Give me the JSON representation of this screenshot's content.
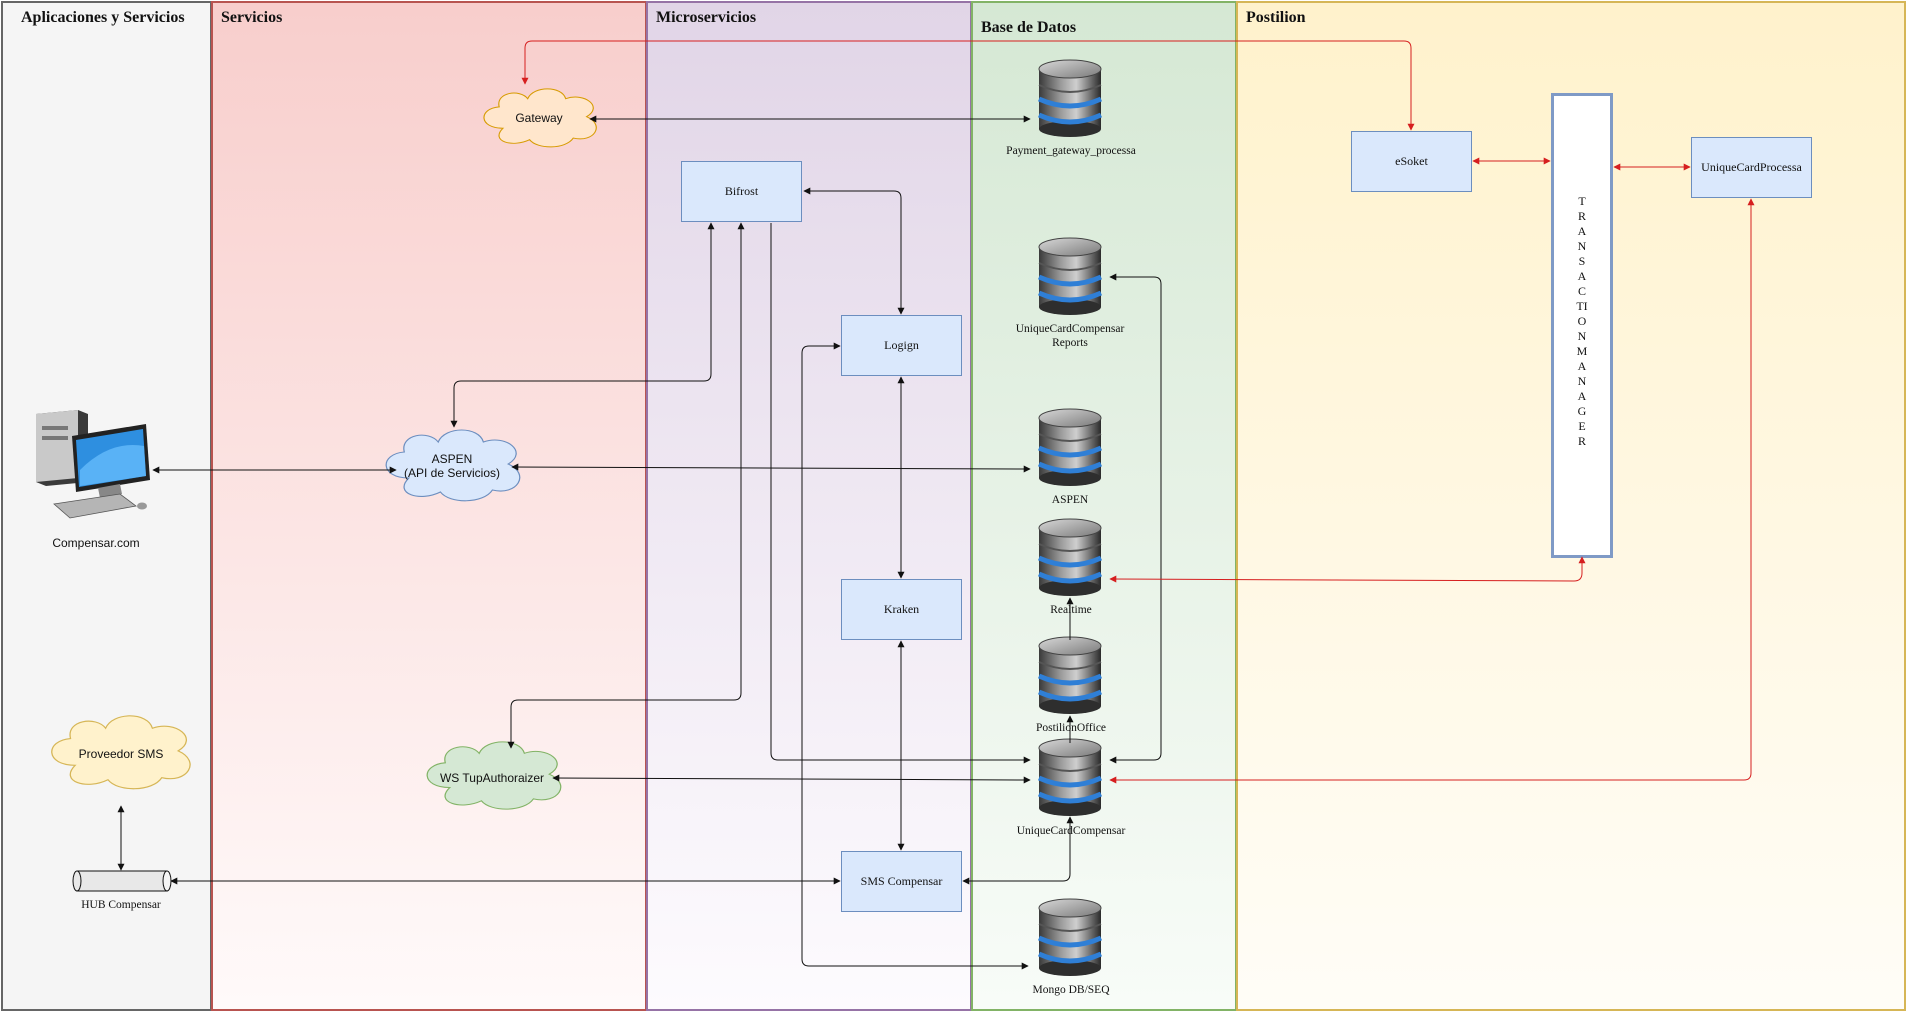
{
  "lanes": {
    "apps": "Aplicaciones y Servicios",
    "servicios": "Servicios",
    "micro": "Microservicios",
    "bd": "Base de Datos",
    "postilion": "Postilion"
  },
  "nodes": {
    "gateway": "Gateway",
    "aspen_api_line1": "ASPEN",
    "aspen_api_line2": "(API de Servicios)",
    "ws_tup": "WS TupAuthoraizer",
    "proveedor_sms": "Proveedor SMS",
    "hub": "HUB Compensar",
    "compensar_com": "Compensar.com",
    "bifrost": "Bifrost",
    "logign": "Logign",
    "kraken": "Kraken",
    "sms_compensar": "SMS Compensar",
    "esoket": "eSoket",
    "uniquecard_processa": "UniqueCardProcessa",
    "transaction_manager": "TRANSACTION MANAGER"
  },
  "databases": {
    "payment": "Payment_gateway_processa",
    "ucc_reports_line1": "UniqueCardCompensar",
    "ucc_reports_line2": "Reports",
    "aspen": "ASPEN",
    "realtime": "Realtime",
    "postilion_office": "PostilionOffice",
    "ucc": "UniqueCardCompensar",
    "mongo": "Mongo DB/SEQ"
  },
  "colors": {
    "servicios_lane": "#b85450",
    "micro_lane": "#9673a6",
    "bd_lane": "#82b366",
    "postilion_lane": "#d6b656",
    "apps_lane": "#666666",
    "box_fill": "#dae8fc",
    "box_border": "#6c8ebf",
    "red_connector": "#d61f1f",
    "black_connector": "#111111"
  }
}
